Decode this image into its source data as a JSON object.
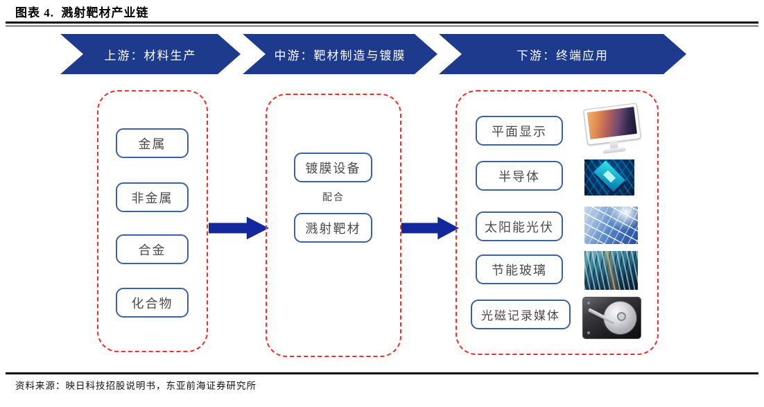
{
  "figure": {
    "title": "图表 4.  溅射靶材产业链",
    "source": "资料来源：映日科技招股说明书，东亚前海证券研究所"
  },
  "banners": [
    {
      "label": "上游：材料生产"
    },
    {
      "label": "中游：靶材制造与镀膜"
    },
    {
      "label": "下游：终端应用"
    }
  ],
  "upstream": {
    "items": [
      "金属",
      "非金属",
      "合金",
      "化合物"
    ]
  },
  "midstream": {
    "equipment": "镀膜设备",
    "connector": "配合",
    "target": "溅射靶材"
  },
  "downstream": {
    "items": [
      {
        "label": "平面显示",
        "image": "monitor-image"
      },
      {
        "label": "半导体",
        "image": "chip-image"
      },
      {
        "label": "太阳能光伏",
        "image": "solar-panel-image"
      },
      {
        "label": "节能玻璃",
        "image": "glass-building-image"
      },
      {
        "label": "光磁记录媒体",
        "image": "hard-disk-image"
      }
    ]
  },
  "colors": {
    "banner_blue": "#1e3a8c",
    "arrow_blue": "#14289d",
    "box_border_blue": "#3d5fa8",
    "dashed_red": "#f62b2b"
  }
}
